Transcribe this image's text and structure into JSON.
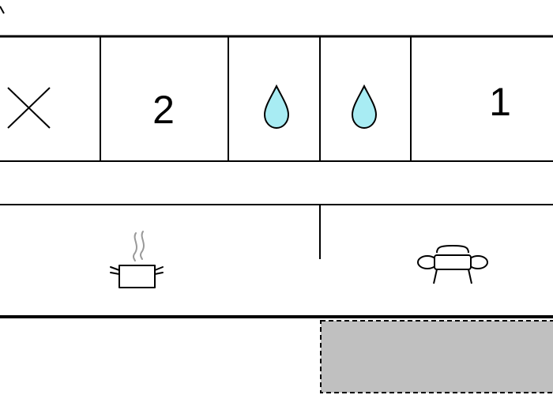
{
  "colors": {
    "line": "#000000",
    "background": "#ffffff",
    "water": "#a8ecf3",
    "shaded_area": "#c0c0c0"
  },
  "top_row": {
    "cells": [
      {
        "name": "cell-unavailable",
        "icon": "cross-icon",
        "label": ""
      },
      {
        "name": "cell-count-2",
        "icon": "",
        "label": "2"
      },
      {
        "name": "cell-water-1",
        "icon": "water-drop-icon",
        "label": ""
      },
      {
        "name": "cell-water-2",
        "icon": "water-drop-icon",
        "label": ""
      },
      {
        "name": "cell-count-1",
        "icon": "",
        "label": "1"
      }
    ]
  },
  "middle_row": {
    "cells": [
      {
        "name": "cell-cooking",
        "icon": "cooking-pot-icon"
      },
      {
        "name": "cell-sofa",
        "icon": "sofa-icon"
      }
    ]
  },
  "bottom_row": {
    "areas": [
      {
        "name": "area-empty",
        "shaded": false
      },
      {
        "name": "area-shaded",
        "shaded": true
      }
    ]
  }
}
